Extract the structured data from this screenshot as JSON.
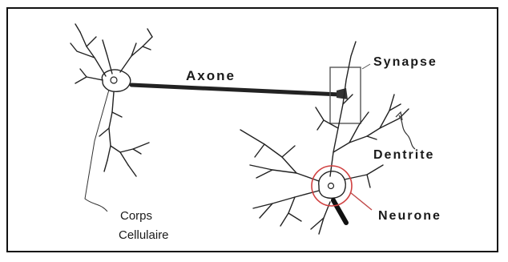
{
  "labels": {
    "axone": "Axone",
    "synapse": "Synapse",
    "dentrite": "Dentrite",
    "neurone": "Neurone",
    "corps_line1": "Corps",
    "corps_line2": "Cellulaire"
  },
  "colors": {
    "frame": "#111111",
    "line": "#222222",
    "neurone_highlight": "#d04040",
    "background": "#ffffff"
  }
}
